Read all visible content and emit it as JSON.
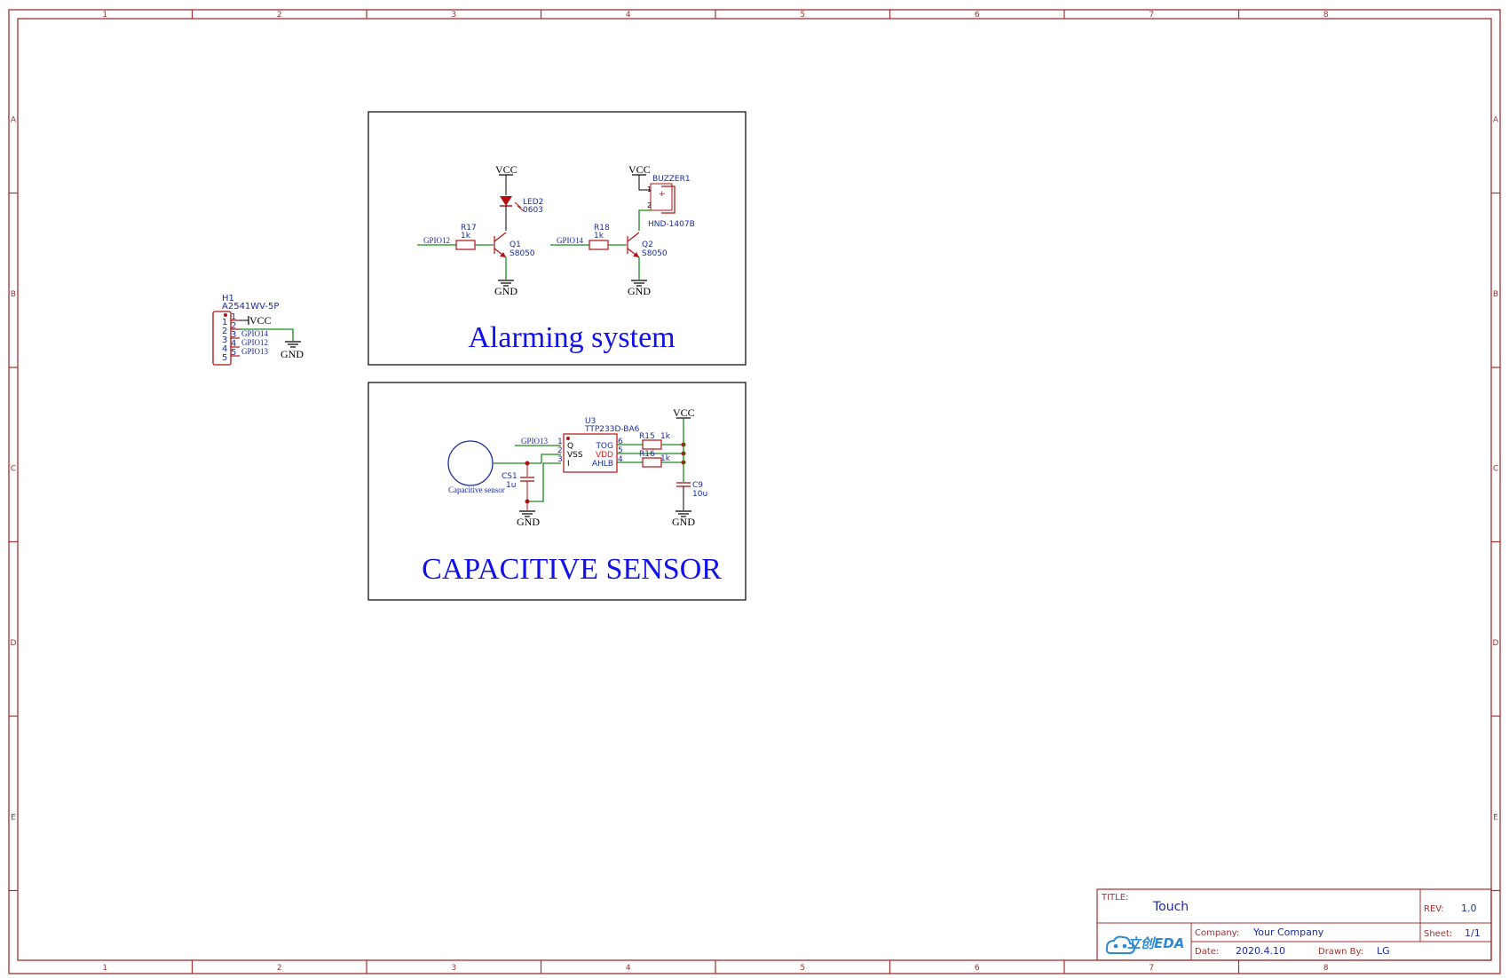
{
  "colors": {
    "frame": "#a03030",
    "wire": "#1a8a1a",
    "label": "#1a2aa0",
    "part": "#b01010",
    "black": "#000000",
    "heading": "#1010e8"
  },
  "frame": {
    "columns": [
      "1",
      "2",
      "3",
      "4",
      "5",
      "6",
      "7",
      "8"
    ],
    "rows": [
      "A",
      "B",
      "C",
      "D",
      "E"
    ]
  },
  "connector": {
    "ref": "H1",
    "part": "A2541WV-5P",
    "pins": [
      "1",
      "2",
      "3",
      "4",
      "5"
    ],
    "pin_nums_right": [
      "1",
      "2",
      "3",
      "4",
      "5"
    ],
    "nets": [
      "VCC",
      "GPIO14",
      "GPIO12",
      "GPIO13"
    ],
    "gnd": "GND"
  },
  "alarm": {
    "heading": "Alarming system",
    "vcc1": "VCC",
    "vcc2": "VCC",
    "led_ref": "LED2",
    "led_val": "0603",
    "r17_ref": "R17",
    "r17_val": "1k",
    "r18_ref": "R18",
    "r18_val": "1k",
    "q1_ref": "Q1",
    "q1_val": "S8050",
    "q2_ref": "Q2",
    "q2_val": "S8050",
    "gpio_a": "GPIO12",
    "gpio_b": "GPIO14",
    "buzzer_ref": "BUZZER1",
    "buzzer_val": "HND-1407B",
    "buzzer_pin1": "1",
    "buzzer_pin2": "2",
    "buzzer_plus": "+",
    "gnd1": "GND",
    "gnd2": "GND"
  },
  "sensor": {
    "heading": "CAPACITIVE SENSOR",
    "pad_label": "Capacitive sensor",
    "gpio": "GPIO13",
    "u3_ref": "U3",
    "u3_val": "TTP233D-BA6",
    "pins_left": [
      "1",
      "2",
      "3"
    ],
    "pins_left_names": [
      "Q",
      "VSS",
      "I"
    ],
    "pins_right": [
      "6",
      "5",
      "4"
    ],
    "pins_right_names": [
      "TOG",
      "VDD",
      "AHLB"
    ],
    "r15_ref": "R15",
    "r15_val": "1k",
    "r16_ref": "R16",
    "r16_val": "1k",
    "cs1_ref": "CS1",
    "cs1_val": "1u",
    "c9_ref": "C9",
    "c9_val": "10u",
    "vcc": "VCC",
    "gnd1": "GND",
    "gnd2": "GND"
  },
  "title_block": {
    "title_label": "TITLE:",
    "title": "Touch",
    "rev_label": "REV:",
    "rev": "1.0",
    "logo": "立创EDA",
    "company_label": "Company:",
    "company": "Your Company",
    "sheet_label": "Sheet:",
    "sheet": "1/1",
    "date_label": "Date:",
    "date": "2020.4.10",
    "drawn_label": "Drawn By:",
    "drawn": "LG"
  }
}
